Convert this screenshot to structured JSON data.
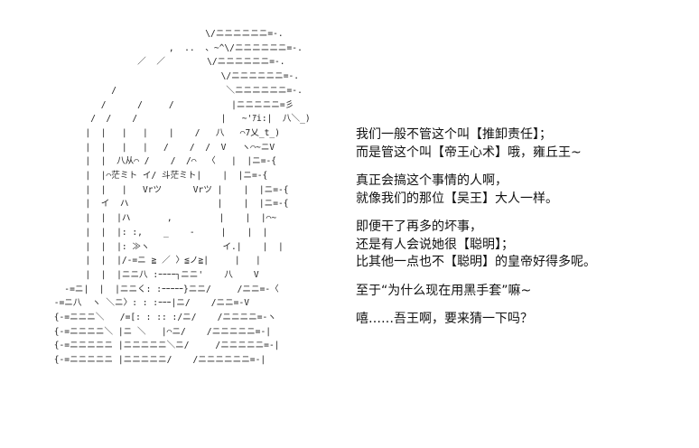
{
  "ascii_art": {
    "lines": [
      "                                       \\/ニニニニニニ=-.",
      "                                ,  ..  、~^\\/ニニニニニニ=-.",
      "                          ／  ／        \\/ニニニニニニ=-.",
      "                                          \\/ニニニニニニ=-.",
      "                     /                     ＼ニニニニニニ=-.",
      "                   /      /     /           |ニニニニニ=彡",
      "                 /  /    /                |   ~'ｱi:|  八＼_)",
      "                |  |   |   |    |    /   八   ⌒7乂_t_)",
      "                |  |   |   |   /    /  /  V   ヽ⌒~ニV",
      "                |  |  八从⌒ /    /  /⌒  〈   |  |ニ=-{",
      "                |  |⌒茫ミト イ/ 斗茫ミト|    |  |ニ=-{",
      "                |  |   |   Vrツ      Vrツ |    |  |ニ=-{",
      "                |  イ  ハ                 |    |  |ニ=-{",
      "                |  |  |ハ       ,         |    |  |⌒~",
      "                |  |  |: :,    _    -     |    |  |",
      "                |  |  |: ≫ヽ              イ.|    |  |",
      "                |  |  |/-=ニ ≧ ／ 〉≦ノ≧|     |   |",
      "                |  |  |ニニ八 :ｰｰｰｰ┐ニニ'    八    V",
      "            -=ニ|  |  |ニニく: :ｰｰｰｰｰ}ニニ/     /ニニ=-〈",
      "          -=ニ八  ヽ ＼ニ〉: : :ｰｰｰ|ニ/    /ニニ=-V",
      "          {-=ニニニ＼   /=[: : :: :/ニ/    /ニニニニ=-ヽ",
      "          {-=ニニニニ＼ |ニ ＼   |⌒ニ/    /ニニニニニ=-|",
      "          {-=ニニニニニ |ニニニニニ＼ニ/     /ニニニニニ=-|",
      "          {-=ニニニニニ |ニニニニニ/    /ニニニニニニ=-|"
    ]
  },
  "text": {
    "para1": {
      "line1": "我们一般不管这个叫【推卸责任】；",
      "line2": "而是管这个叫【帝王心术】哦，雍丘王~"
    },
    "para2": {
      "line1": "真正会搞这个事情的人啊，",
      "line2": "就像我们的那位【吴王】大人一样。"
    },
    "para3": {
      "line1": "即便干了再多的坏事，",
      "line2": "还是有人会说她很【聪明】；",
      "line3": "比其他一点也不【聪明】的皇帝好得多呢。"
    },
    "para4": {
      "line1": "至于“为什么现在用黑手套”嘛~"
    },
    "para5": {
      "line1": "嘻……吾王啊，要来猜一下吗？"
    }
  }
}
